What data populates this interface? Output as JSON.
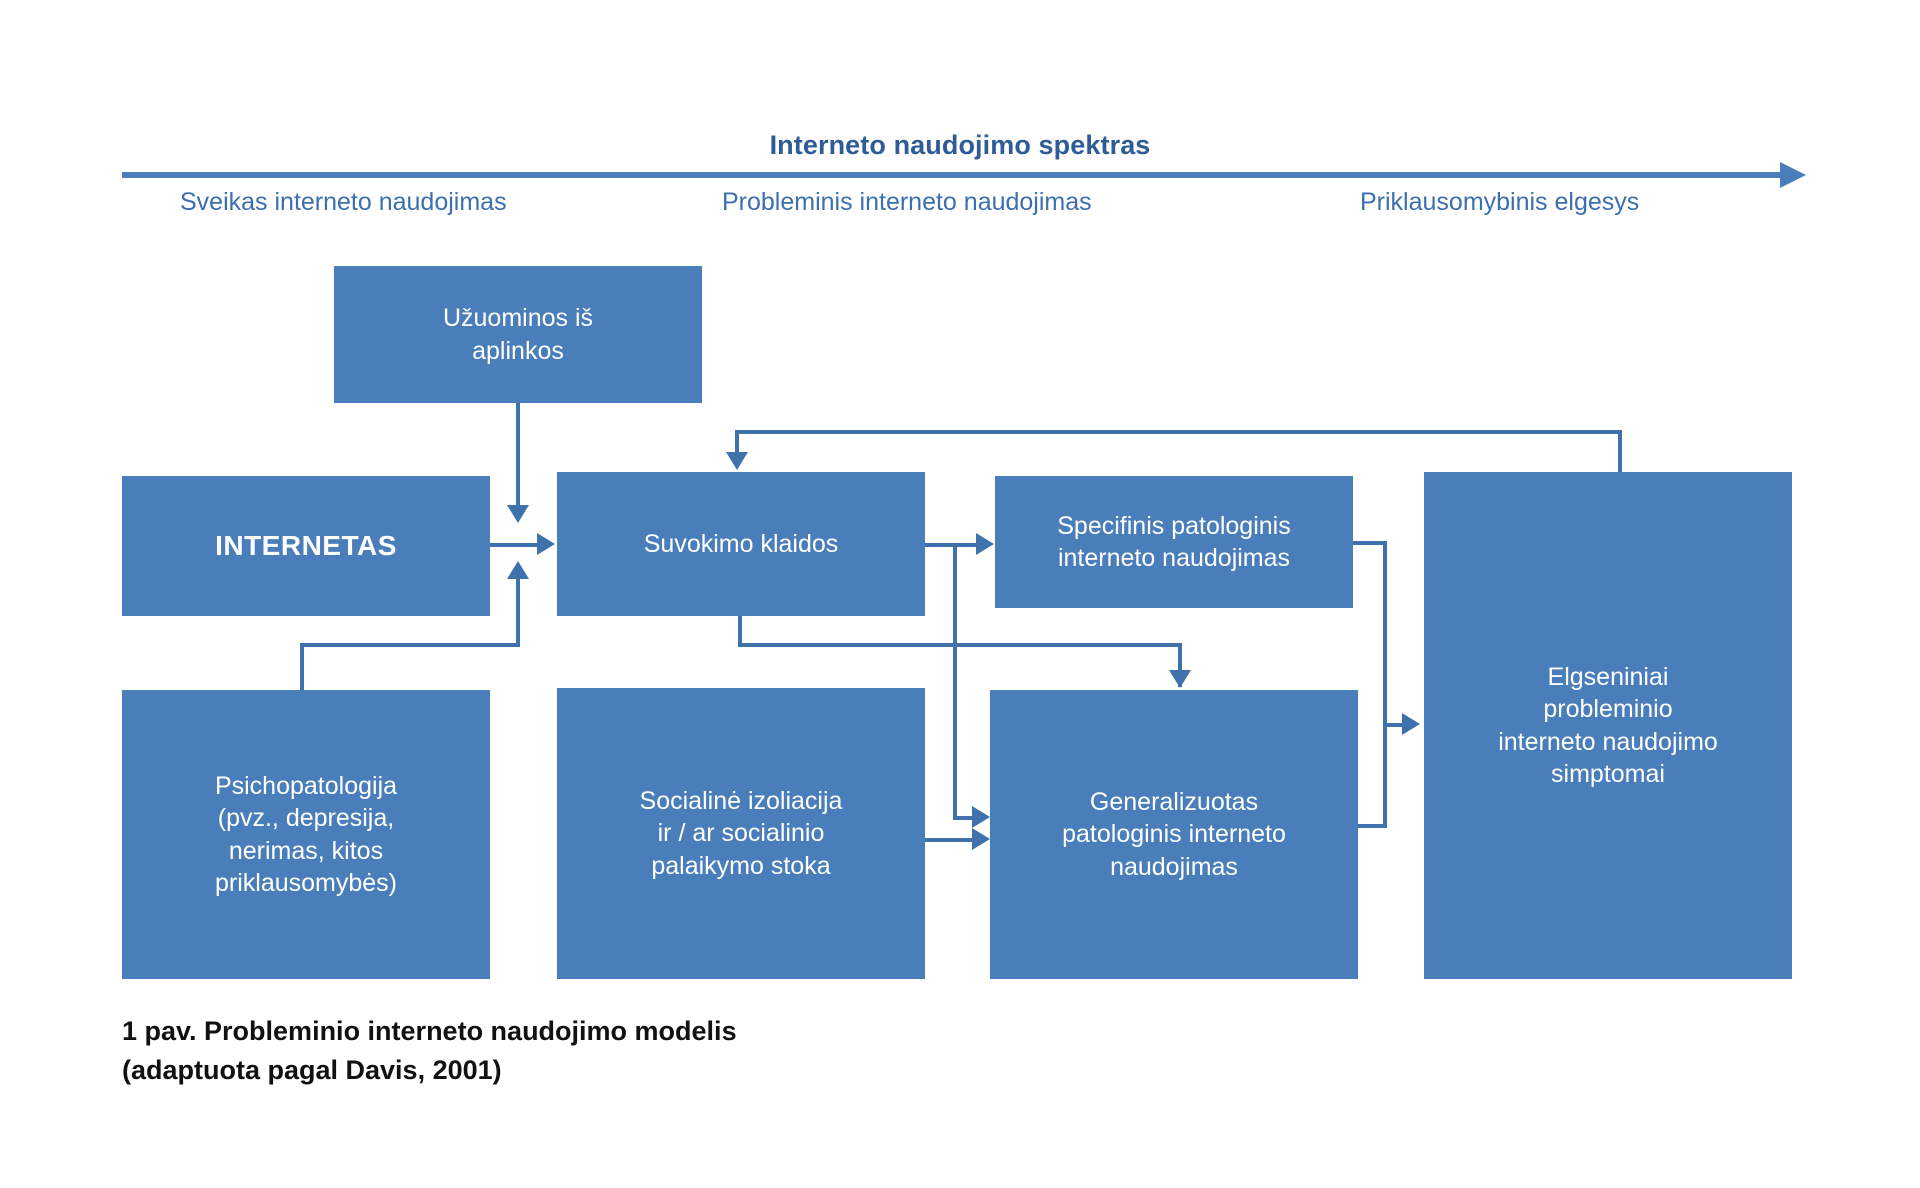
{
  "spectrum": {
    "title": "Interneto naudojimo spektras",
    "labels": [
      "Sveikas interneto naudojimas",
      "Probleminis interneto naudojimas",
      "Priklausomybinis elgesys"
    ]
  },
  "boxes": {
    "uzuominos": "Užuominos iš\naplinkos",
    "internetas": "INTERNETAS",
    "suvokimo": "Suvokimo klaidos",
    "specifinis": "Specifinis patologinis\ninterneto naudojimas",
    "elgseniniai": "Elgseniniai\nprobleminio\ninterneto naudojimo\nsimptomai",
    "psichopatologija": "Psichopatologija\n(pvz., depresija,\nnerimas, kitos\npriklausomybės)",
    "socialine": "Socialinė izoliacija\nir / ar socialinio\npalaikymo stoka",
    "generalizuotas": "Generalizuotas\npatologinis interneto\nnaudojimas"
  },
  "caption": "1 pav. Probleminio interneto naudojimo modelis\n(adaptuota pagal Davis, 2001)",
  "colors": {
    "box_fill": "#4A7EBB",
    "connector": "#3F72AC",
    "title_text": "#2E5C96",
    "label_text": "#3C6FB0",
    "box_text": "#FFFFFF",
    "caption_text": "#111111"
  },
  "chart_data": {
    "type": "diagram",
    "title": "1 pav. Probleminio interneto naudojimo modelis (adaptuota pagal Davis, 2001)",
    "axis": {
      "label": "Interneto naudojimo spektras",
      "direction": "left-to-right",
      "ticks": [
        "Sveikas interneto naudojimas",
        "Probleminis interneto naudojimas",
        "Priklausomybinis elgesys"
      ]
    },
    "nodes": [
      "Užuominos iš aplinkos",
      "INTERNETAS",
      "Suvokimo klaidos",
      "Specifinis patologinis interneto naudojimas",
      "Elgseniniai probleminio interneto naudojimo simptomai",
      "Psichopatologija (pvz., depresija, nerimas, kitos priklausomybės)",
      "Socialinė izoliacija ir / ar socialinio palaikymo stoka",
      "Generalizuotas patologinis interneto naudojimas"
    ],
    "edges": [
      {
        "from": "Užuominos iš aplinkos",
        "to": "Suvokimo klaidos"
      },
      {
        "from": "INTERNETAS",
        "to": "Suvokimo klaidos"
      },
      {
        "from": "Psichopatologija (pvz., depresija, nerimas, kitos priklausomybės)",
        "to": "INTERNETAS"
      },
      {
        "from": "Suvokimo klaidos",
        "to": "Specifinis patologinis interneto naudojimas"
      },
      {
        "from": "Suvokimo klaidos",
        "to": "Generalizuotas patologinis interneto naudojimas"
      },
      {
        "from": "Socialinė izoliacija ir / ar socialinio palaikymo stoka",
        "to": "Generalizuotas patologinis interneto naudojimas"
      },
      {
        "from": "Specifinis patologinis interneto naudojimas",
        "to": "Elgseniniai probleminio interneto naudojimo simptomai"
      },
      {
        "from": "Generalizuotas patologinis interneto naudojimas",
        "to": "Elgseniniai probleminio interneto naudojimo simptomai"
      },
      {
        "from": "Elgseniniai probleminio interneto naudojimo simptomai",
        "to": "Suvokimo klaidos"
      }
    ]
  }
}
